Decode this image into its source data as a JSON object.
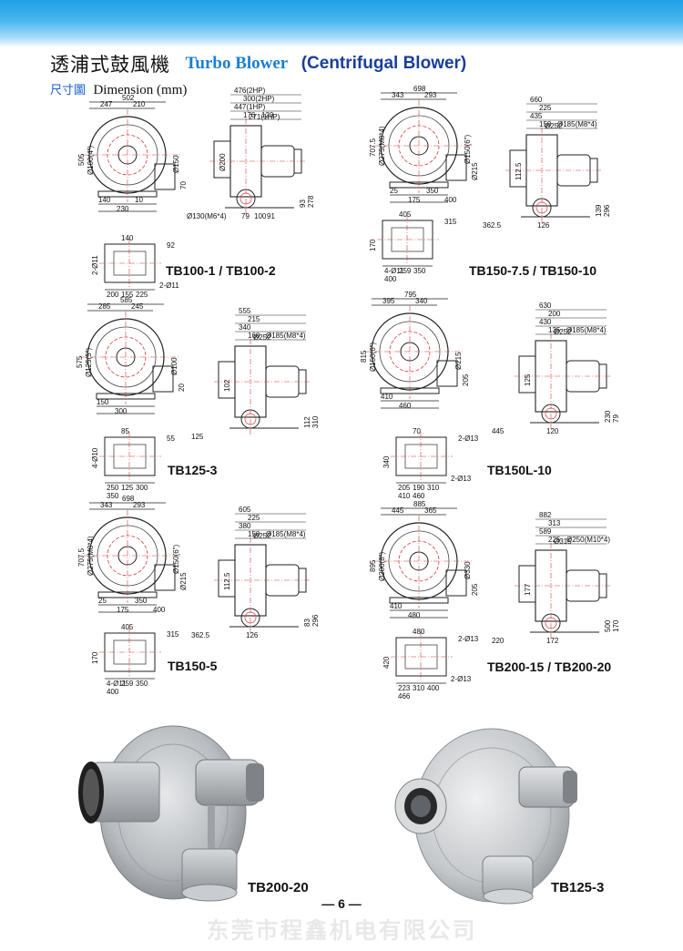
{
  "header": {
    "title_zh": "透浦式鼓風機",
    "title_en": "Turbo Blower",
    "title_en2": "(Centrifugal Blower)"
  },
  "subheader": {
    "label_zh": "尺寸圖",
    "label_en": "Dimension (mm)"
  },
  "drawings": [
    {
      "model": "TB100-1 / TB100-2",
      "front_dims": [
        "502",
        "247",
        "210",
        "505",
        "Ø100(4\")",
        "Ø150",
        "70",
        "140",
        "230",
        "10"
      ],
      "side_dims": [
        "476(2HP)",
        "300(2HP)",
        "447(1HP)",
        "176",
        "271(1HP)",
        "120",
        "Ø200",
        "Ø130(M6*4)",
        "79",
        "100",
        "91",
        "93",
        "278"
      ],
      "base_dims": [
        "140",
        "92",
        "2-Ø11",
        "200",
        "155",
        "225",
        "2-Ø11"
      ]
    },
    {
      "model": "TB150-7.5 / TB150-10",
      "front_dims": [
        "698",
        "343",
        "293",
        "707.5",
        "Ø275(M8*4)",
        "Ø150(6\")",
        "Ø215",
        "25",
        "175",
        "350",
        "400"
      ],
      "side_dims": [
        "660",
        "225",
        "435",
        "150",
        "Ø252",
        "Ø185(M8*4)",
        "112.5",
        "362.5",
        "126",
        "139",
        "296"
      ],
      "base_dims": [
        "405",
        "315",
        "170",
        "4-Ø11",
        "259",
        "350",
        "400"
      ]
    },
    {
      "model": "TB125-3",
      "front_dims": [
        "585",
        "285",
        "245",
        "575",
        "Ø125(5\")",
        "Ø100",
        "20",
        "150",
        "300"
      ],
      "side_dims": [
        "555",
        "215",
        "340",
        "160",
        "Ø252",
        "Ø185(M8*4)",
        "102",
        "125",
        "112",
        "310"
      ],
      "base_dims": [
        "85",
        "55",
        "4-Ø10",
        "250",
        "125",
        "300",
        "350"
      ]
    },
    {
      "model": "TB150L-10",
      "front_dims": [
        "795",
        "395",
        "340",
        "815",
        "Ø150(6\")",
        "Ø215",
        "205",
        "410",
        "460"
      ],
      "side_dims": [
        "630",
        "200",
        "430",
        "135",
        "Ø252",
        "Ø185(M8*4)",
        "125",
        "445",
        "120",
        "230",
        "79"
      ],
      "base_dims": [
        "70",
        "2-Ø13",
        "340",
        "205",
        "190",
        "310",
        "410",
        "460",
        "2-Ø13"
      ]
    },
    {
      "model": "TB150-5",
      "front_dims": [
        "698",
        "343",
        "293",
        "707.5",
        "Ø275(M8*4)",
        "Ø150(6\")",
        "Ø215",
        "25",
        "175",
        "350",
        "400"
      ],
      "side_dims": [
        "605",
        "225",
        "380",
        "150",
        "Ø252",
        "Ø185(M8*4)",
        "112.5",
        "362.5",
        "126",
        "83",
        "296"
      ],
      "base_dims": [
        "405",
        "315",
        "170",
        "4-Ø11",
        "259",
        "350",
        "400"
      ]
    },
    {
      "model": "TB200-15 / TB200-20",
      "front_dims": [
        "885",
        "445",
        "365",
        "895",
        "Ø200(8\")",
        "Ø330",
        "205",
        "410",
        "480"
      ],
      "side_dims": [
        "882",
        "313",
        "589",
        "225",
        "Ø315",
        "Ø250(M10*4)",
        "177",
        "220",
        "172",
        "500",
        "170"
      ],
      "base_dims": [
        "480",
        "2-Ø13",
        "420",
        "223",
        "310",
        "400",
        "466",
        "2-Ø13"
      ]
    }
  ],
  "photos": [
    {
      "label": "TB200-20"
    },
    {
      "label": "TB125-3"
    }
  ],
  "footer": {
    "page": "— 6 —",
    "watermark": "东莞市程鑫机电有限公司"
  },
  "colors": {
    "band_top": "#1ea0e6",
    "title_blue": "#1a7fd0",
    "title_navy": "#1a3f99",
    "centerline_red": "#d63a3a",
    "photo_gray": "#b9bcc0"
  }
}
